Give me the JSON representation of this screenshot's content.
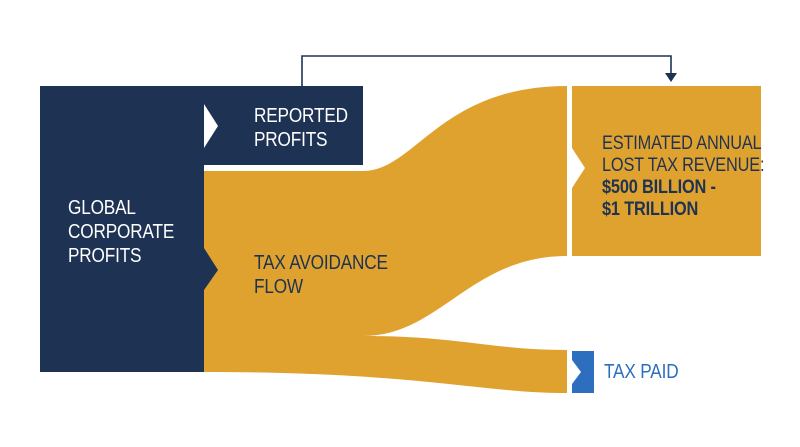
{
  "colors": {
    "navy": "#1e3354",
    "gold": "#e0a22e",
    "blue": "#2d6fbe",
    "white": "#ffffff",
    "line": "#1e3354"
  },
  "nodes": {
    "global": {
      "line1": "GLOBAL",
      "line2": "CORPORATE",
      "line3": "PROFITS"
    },
    "reported": {
      "line1": "REPORTED",
      "line2": "PROFITS"
    },
    "avoidance": {
      "line1": "TAX AVOIDANCE",
      "line2": "FLOW"
    },
    "lost": {
      "line1": "ESTIMATED ANNUAL",
      "line2": "LOST TAX REVENUE:",
      "line3": "$500 BILLION -",
      "line4": "$1 TRILLION"
    },
    "paid": {
      "label": "TAX PAID"
    }
  }
}
